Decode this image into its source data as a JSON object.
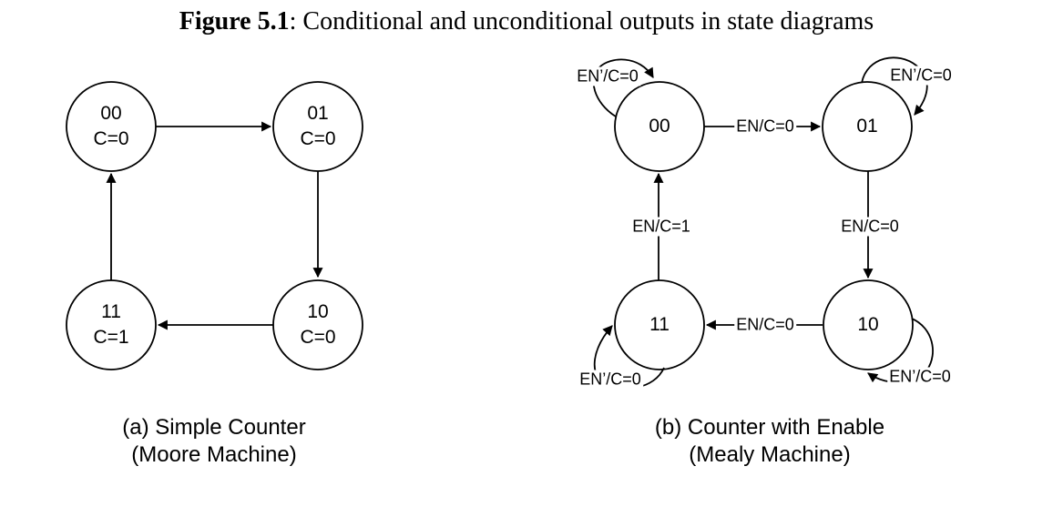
{
  "title": {
    "number": "Figure 5.1",
    "rest": ": Conditional and unconditional outputs in state diagrams"
  },
  "colors": {
    "ink": "#000000",
    "background": "#ffffff"
  },
  "moore": {
    "states": [
      {
        "name": "00",
        "output": "C=0"
      },
      {
        "name": "01",
        "output": "C=0"
      },
      {
        "name": "11",
        "output": "C=1"
      },
      {
        "name": "10",
        "output": "C=0"
      }
    ],
    "caption": [
      "(a) Simple Counter",
      "(Moore Machine)"
    ]
  },
  "mealy": {
    "states": [
      {
        "name": "00"
      },
      {
        "name": "01"
      },
      {
        "name": "11"
      },
      {
        "name": "10"
      }
    ],
    "transitions": {
      "t_00_01": "EN/C=0",
      "t_01_10": "EN/C=0",
      "t_10_11": "EN/C=0",
      "t_11_00": "EN/C=1",
      "loop_00": "EN’/C=0",
      "loop_01": "EN’/C=0",
      "loop_11": "EN’/C=0",
      "loop_10": "EN’/C=0"
    },
    "caption": [
      "(b) Counter with Enable",
      "(Mealy Machine)"
    ]
  }
}
